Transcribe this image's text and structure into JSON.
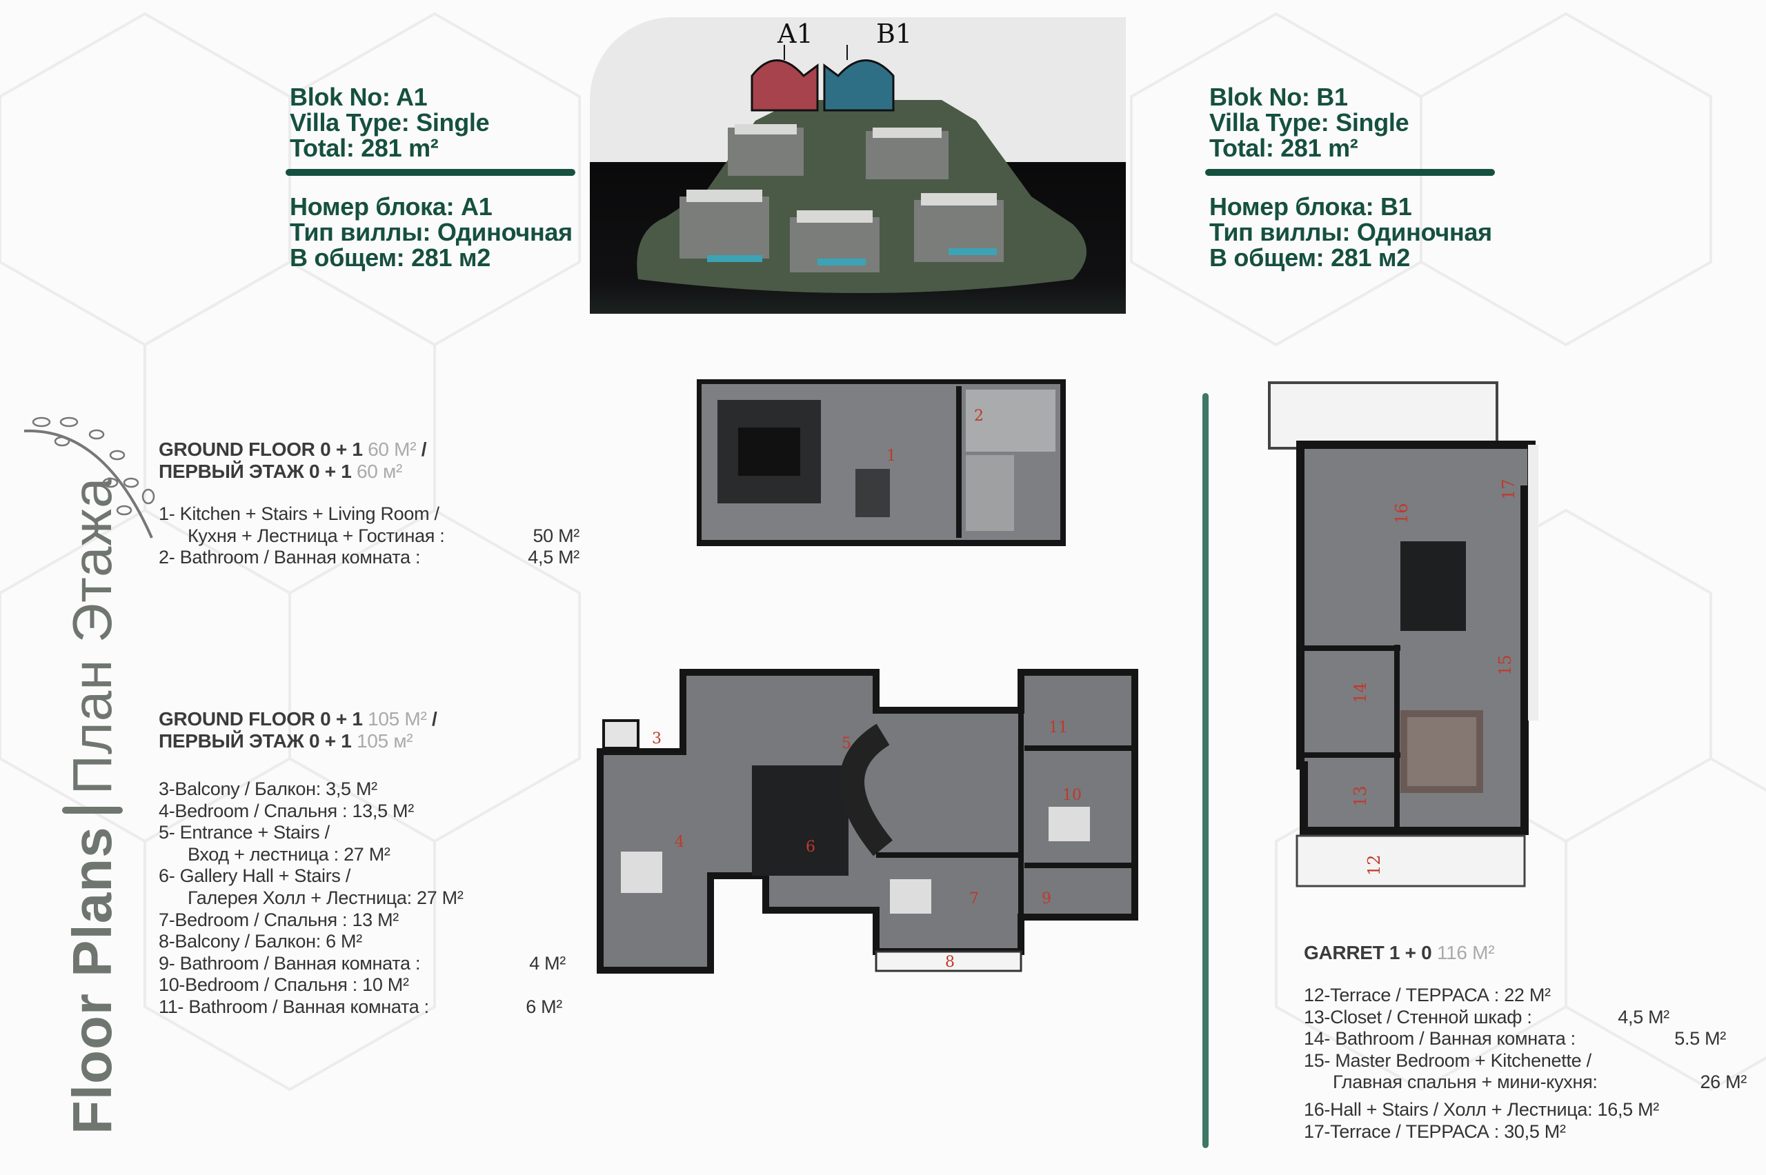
{
  "blocks": [
    {
      "en": [
        "Blok No: A1",
        "Villa Type: Single",
        "Total:  281 m²"
      ],
      "ru": [
        "Номер блока: A1",
        "Тип виллы: Одиночная",
        "В общем: 281 м2"
      ]
    },
    {
      "en": [
        "Blok No:  B1",
        "Villa Type: Single",
        "Total:  281 m²"
      ],
      "ru": [
        "Номер блока: B1",
        "Тип виллы: Одиночная",
        "В общем: 281 м2"
      ]
    }
  ],
  "photo": {
    "label_a": "A1",
    "label_b": "B1"
  },
  "title": {
    "en": "Floor Plans",
    "ru": "План Этажа"
  },
  "ground1": {
    "h1": "GROUND FLOOR 0 + 1",
    "h1_area": "60 M²",
    "h1_sep": " /",
    "h2": "ПЕРВЫЙ ЭТАЖ 0 + 1",
    "h2_area": "60 м²",
    "items": [
      {
        "l1": "1- Kitchen + Stairs + Living Room /",
        "l2": "Кухня + Лестница + Гостиная :",
        "v": "50 M²"
      },
      {
        "l1": "2- Bathroom / Ванная комната :",
        "v": "4,5 M²"
      }
    ]
  },
  "ground2": {
    "h1": "GROUND FLOOR 0 + 1",
    "h1_area": "105 M²",
    "h1_sep": " /",
    "h2": "ПЕРВЫЙ ЭТАЖ 0 + 1",
    "h2_area": "105 м²",
    "items": [
      "3-Balcony / Балкон: 3,5 M²",
      "4-Bedroom / Спальня : 13,5 M²",
      "5- Entrance + Stairs /",
      "Вход + лестница : 27 M²",
      "6- Gallery Hall + Stairs /",
      "Галерея Холл + Лестница: 27 M²",
      "7-Bedroom / Спальня : 13 M²",
      "8-Balcony / Балкон: 6 M²",
      "9- Bathroom / Ванная комната :",
      "4  M²",
      "10-Bedroom / Спальня : 10 M²",
      "11- Bathroom / Ванная комната :",
      "6 M²"
    ]
  },
  "garret": {
    "h1": "GARRET  1 + 0",
    "h1_area": "116 M²",
    "items": [
      "12-Terrace  / ТЕРРАСА :  22 M²",
      "13-Closet / Стенной шкаф :",
      "4,5 M²",
      "14- Bathroom / Ванная комната :",
      "5.5 M²",
      "15- Master Bedroom + Kitchenette /",
      "Главная спальня + мини-кухня:",
      "26 M²",
      "16-Hall  + Stairs / Холл + Лестница: 16,5 M²",
      "17-Terrace  / ТЕРРАСА :  30,5 M²"
    ]
  },
  "room_numbers": [
    "1",
    "2",
    "3",
    "4",
    "5",
    "6",
    "7",
    "8",
    "9",
    "10",
    "11",
    "12",
    "13",
    "14",
    "15",
    "16",
    "17"
  ],
  "colors": {
    "brand_green": "#16503f",
    "line_green": "#3d7765",
    "title_gray": "#6e766f",
    "room_number": "#c0392b"
  }
}
